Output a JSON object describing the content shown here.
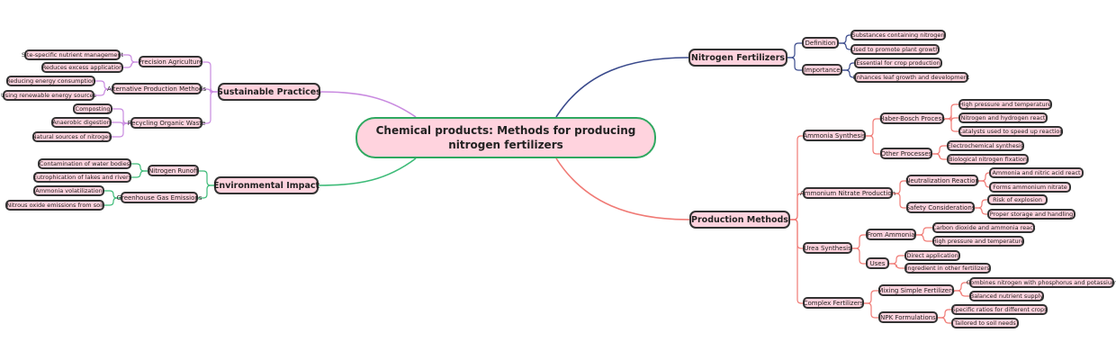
{
  "root": {
    "label": "Chemical products: Methods for producing nitrogen fertilizers"
  },
  "colors": {
    "node_fill": "#ffd3de",
    "node_border": "#333333",
    "root_border": "#2fa860",
    "nitrogen_branch": "#3a4a8c",
    "production_branch": "#f07a75",
    "sustainable_branch": "#c98be0",
    "environmental_branch": "#3dbb78"
  },
  "branches": {
    "nitrogen": {
      "label": "Nitrogen Fertilizers",
      "groups": [
        {
          "label": "Definition",
          "items": [
            "Substances containing nitrogen",
            "Used to promote plant growth"
          ]
        },
        {
          "label": "Importance",
          "items": [
            "Essential for crop production",
            "Enhances leaf growth and development"
          ]
        }
      ]
    },
    "production": {
      "label": "Production Methods",
      "groups": [
        {
          "label": "Ammonia Synthesis",
          "subgroups": [
            {
              "label": "Haber-Bosch Process",
              "items": [
                "High pressure and temperature",
                "Nitrogen and hydrogen react",
                "Catalysts used to speed up reaction"
              ]
            },
            {
              "label": "Other Processes",
              "items": [
                "Electrochemical synthesis",
                "Biological nitrogen fixation"
              ]
            }
          ]
        },
        {
          "label": "Ammonium Nitrate Production",
          "subgroups": [
            {
              "label": "Neutralization Reaction",
              "items": [
                "Ammonia and nitric acid react",
                "Forms ammonium nitrate"
              ]
            },
            {
              "label": "Safety Considerations",
              "items": [
                "Risk of explosion",
                "Proper storage and handling"
              ]
            }
          ]
        },
        {
          "label": "Urea Synthesis",
          "subgroups": [
            {
              "label": "From Ammonia",
              "items": [
                "Carbon dioxide and ammonia react",
                "High pressure and temperature"
              ]
            },
            {
              "label": "Uses",
              "items": [
                "Direct application",
                "Ingredient in other fertilizers"
              ]
            }
          ]
        },
        {
          "label": "Complex Fertilizers",
          "subgroups": [
            {
              "label": "Mixing Simple Fertilizers",
              "items": [
                "Combines nitrogen with phosphorus and potassium",
                "Balanced nutrient supply"
              ]
            },
            {
              "label": "NPK Formulations",
              "items": [
                "Specific ratios for different crops",
                "Tailored to soil needs"
              ]
            }
          ]
        }
      ]
    },
    "sustainable": {
      "label": "Sustainable Practices",
      "groups": [
        {
          "label": "Precision Agriculture",
          "items": [
            "Site-specific nutrient management",
            "Reduces excess application"
          ]
        },
        {
          "label": "Alternative Production Methods",
          "items": [
            "Reducing energy consumption",
            "Using renewable energy sources"
          ]
        },
        {
          "label": "Recycling Organic Waste",
          "items": [
            "Composting",
            "Anaerobic digestion",
            "Natural sources of nitrogen"
          ]
        }
      ]
    },
    "environmental": {
      "label": "Environmental Impact",
      "groups": [
        {
          "label": "Nitrogen Runoff",
          "items": [
            "Contamination of water bodies",
            "Eutrophication of lakes and rivers"
          ]
        },
        {
          "label": "Greenhouse Gas Emissions",
          "items": [
            "Ammonia volatilization",
            "Nitrous oxide emissions from soil"
          ]
        }
      ]
    }
  }
}
